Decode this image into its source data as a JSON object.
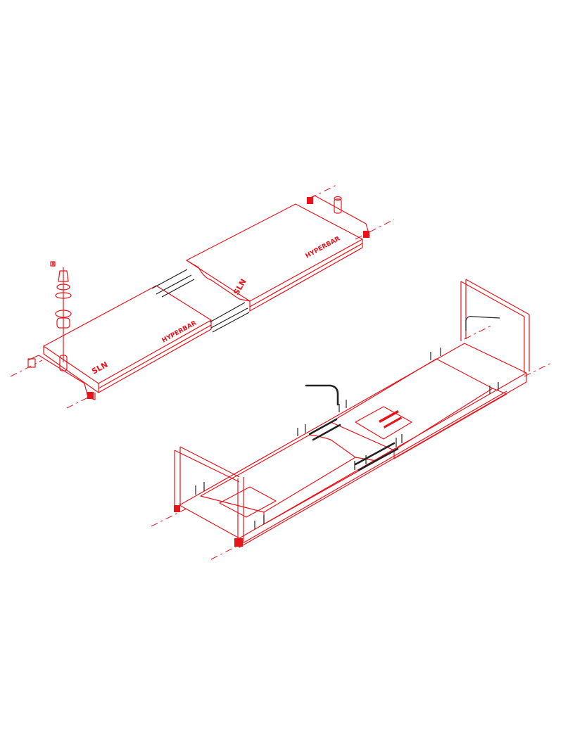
{
  "drawing": {
    "line_color": "#e8141c",
    "hardware_color": "#222222",
    "top_assembly": {
      "panel_labels": [
        "HYPERBAR",
        "HYPERBAR"
      ],
      "logo_marks": [
        "SLN",
        "SLN"
      ]
    }
  }
}
